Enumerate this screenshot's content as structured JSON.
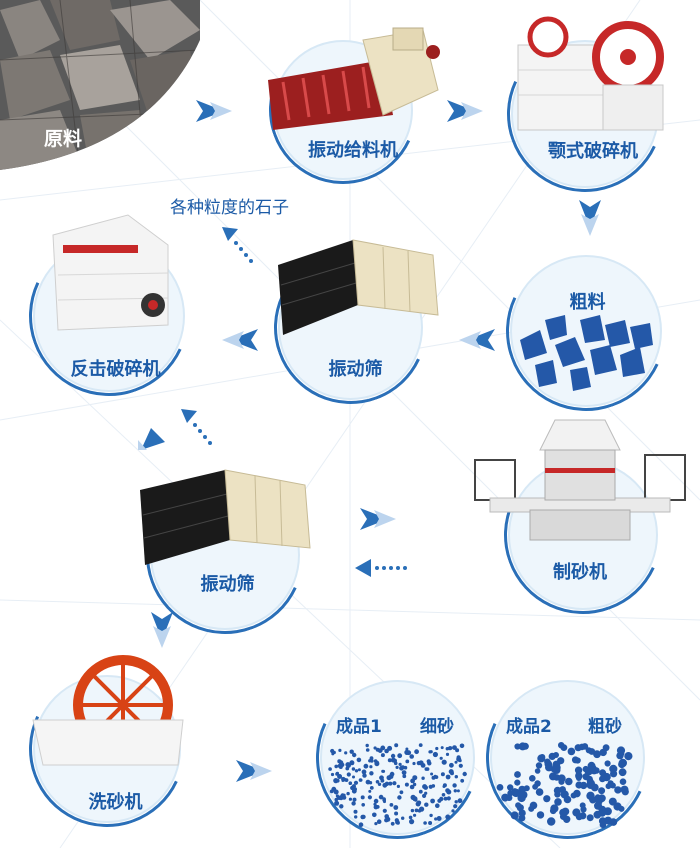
{
  "raw_material": {
    "label": "原料"
  },
  "nodes": {
    "vibrating_feeder": {
      "label": "振动给料机"
    },
    "jaw_crusher": {
      "label": "颚式破碎机"
    },
    "coarse_material": {
      "label": "粗料"
    },
    "vibrating_screen_1": {
      "label": "振动筛"
    },
    "impact_crusher": {
      "label": "反击破碎机"
    },
    "sand_maker": {
      "label": "制砂机"
    },
    "vibrating_screen_2": {
      "label": "振动筛"
    },
    "sand_washer": {
      "label": "洗砂机"
    },
    "product_1": {
      "label": "成品1",
      "sub": "细砂"
    },
    "product_2": {
      "label": "成品2",
      "sub": "粗砂"
    }
  },
  "annotations": {
    "stones": "各种粒度的石子"
  },
  "colors": {
    "accent": "#1b5aa6",
    "arrow": "#2a6fb8",
    "circle": "#eef6fc",
    "machine_red": "#c62828",
    "machine_black": "#1a1a1a",
    "machine_cream": "#ece2c3"
  }
}
